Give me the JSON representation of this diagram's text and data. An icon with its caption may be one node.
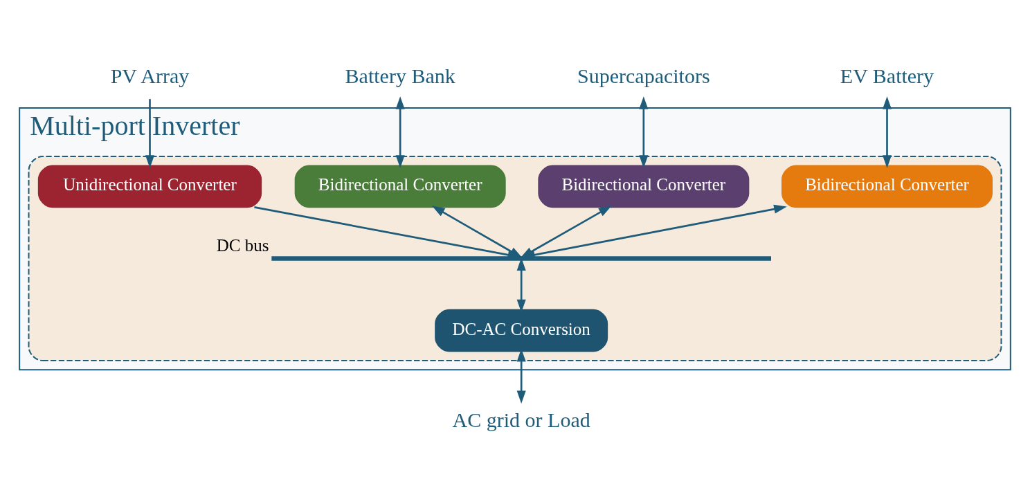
{
  "diagram": {
    "nodes": [
      {
        "text": [
          "Multi-port Inverter"
        ]
      },
      {
        "text": [],
        "shape": "cloud",
        "in": 0
      },
      {
        "text": [
          "Bidirectional Converter"
        ],
        "in": 1
      },
      {
        "text": [
          "Bidirectional Converter"
        ],
        "in": 1
      },
      {
        "text": [
          "Bidirectional Converter"
        ],
        "in": 1
      },
      {
        "text": [
          "Unidirectional Converter"
        ],
        "in": 1
      },
      {
        "text": [],
        "shape": "bar",
        "beside": [
          "DC bus"
        ],
        "in": 1
      },
      {
        "text": [
          "DC-AC Conversion"
        ],
        "in": 1
      },
      {
        "text": [
          "PV Array"
        ]
      },
      {
        "text": [
          "Battery Bank"
        ]
      },
      {
        "text": [
          "Supercapacitors"
        ]
      },
      {
        "text": [
          "EV Battery"
        ]
      },
      {
        "text": [
          "AC grid or Load"
        ]
      }
    ],
    "edges": [
      {
        "from": 8,
        "to": 5,
        "arrow": "to"
      },
      {
        "from": 9,
        "to": 4,
        "arrow": "both"
      },
      {
        "from": 10,
        "to": 3,
        "arrow": "both"
      },
      {
        "from": 11,
        "to": 2,
        "arrow": "both"
      },
      {
        "from": 2,
        "to": 6,
        "arrow": "both"
      },
      {
        "from": 3,
        "to": 6,
        "arrow": "both"
      },
      {
        "from": 4,
        "to": 6,
        "arrow": "both"
      },
      {
        "from": 5,
        "to": 6,
        "arrow": "to"
      },
      {
        "from": 6,
        "to": 7,
        "arrow": "both"
      },
      {
        "from": 7,
        "to": 12,
        "arrow": "both"
      }
    ]
  }
}
